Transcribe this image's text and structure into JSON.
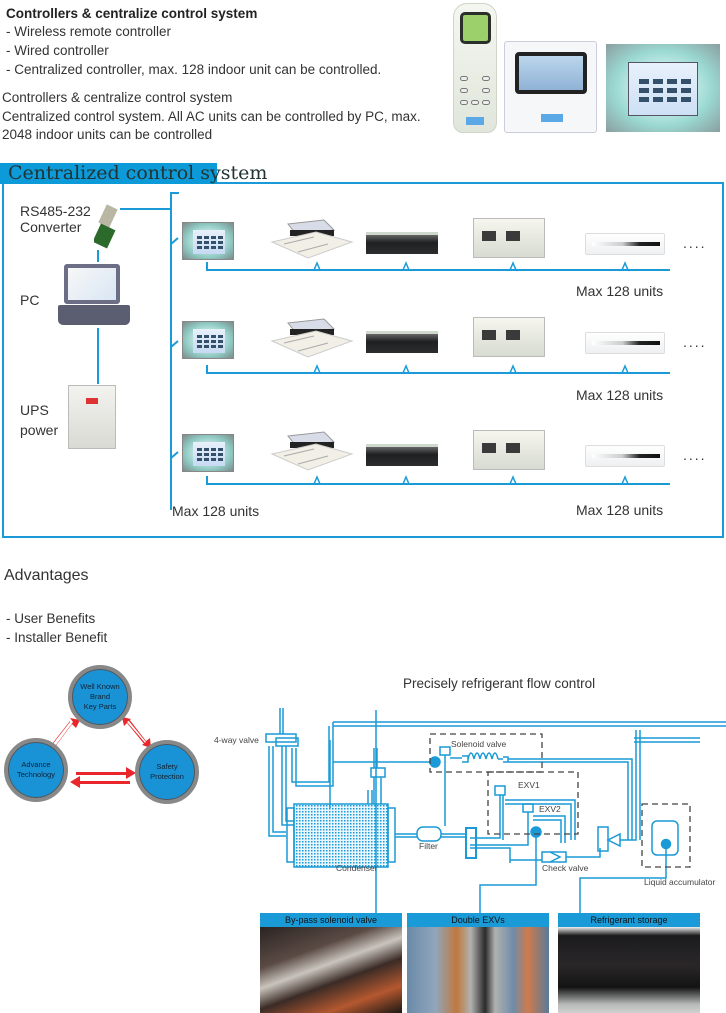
{
  "intro": {
    "title": "Controllers & centralize control system",
    "bullets": [
      "- Wireless remote controller",
      "- Wired controller",
      "- Centralized controller, max. 128 indoor unit can be controlled."
    ],
    "para_title": "Controllers & centralize control system",
    "para_lines": [
      "Centralized control system. All AC units can be controlled by PC, max.",
      "2048 indoor units can be controlled"
    ]
  },
  "controller_images": [
    "wireless-remote",
    "wired-controller",
    "centralized-touch-panel"
  ],
  "centralized": {
    "header": "Centralized control system",
    "left_devices": [
      {
        "label_lines": [
          "RS485-232",
          "Converter"
        ],
        "icon": "converter-icon"
      },
      {
        "label_lines": [
          "PC"
        ],
        "icon": "laptop-icon"
      },
      {
        "label_lines": [
          "UPS",
          "power"
        ],
        "icon": "ups-icon"
      }
    ],
    "rows": [
      {
        "units": [
          "central-panel",
          "cassette-unit",
          "duct-unit",
          "ahu-unit",
          "wall-unit"
        ],
        "ellipsis": "....",
        "max_label": "Max 128 units"
      },
      {
        "units": [
          "central-panel",
          "cassette-unit",
          "duct-unit",
          "ahu-unit",
          "wall-unit"
        ],
        "ellipsis": "....",
        "max_label": "Max 128 units"
      },
      {
        "units": [
          "central-panel",
          "cassette-unit",
          "duct-unit",
          "ahu-unit",
          "wall-unit"
        ],
        "ellipsis": "....",
        "max_label": "Max 128 units"
      }
    ],
    "bus_max_label": "Max 128 units"
  },
  "advantages": {
    "title": "Advantages",
    "items": [
      "- User Benefits",
      "- Installer Benefit"
    ],
    "circles": [
      {
        "lines": [
          "Well Known",
          "Brand",
          "Key Parts"
        ]
      },
      {
        "lines": [
          "Advance",
          "Technology"
        ]
      },
      {
        "lines": [
          "Safety",
          "Protection"
        ]
      }
    ]
  },
  "flow": {
    "title": "Precisely refrigerant flow control",
    "labels": {
      "four_way": "4-way valve",
      "solenoid": "Solenoid valve",
      "exv1": "EXV1",
      "exv2": "EXV2",
      "filter": "Filter",
      "condenser": "Condenser",
      "check_valve": "Check valve",
      "liquid_acc": "Liquid accumulator"
    },
    "photos": [
      {
        "caption": "By-pass solenoid valve"
      },
      {
        "caption": "Double EXVs"
      },
      {
        "caption": "Refrigerant storage"
      }
    ]
  },
  "colors": {
    "accent": "#1a9ad6",
    "arrow": "#e8262b"
  }
}
